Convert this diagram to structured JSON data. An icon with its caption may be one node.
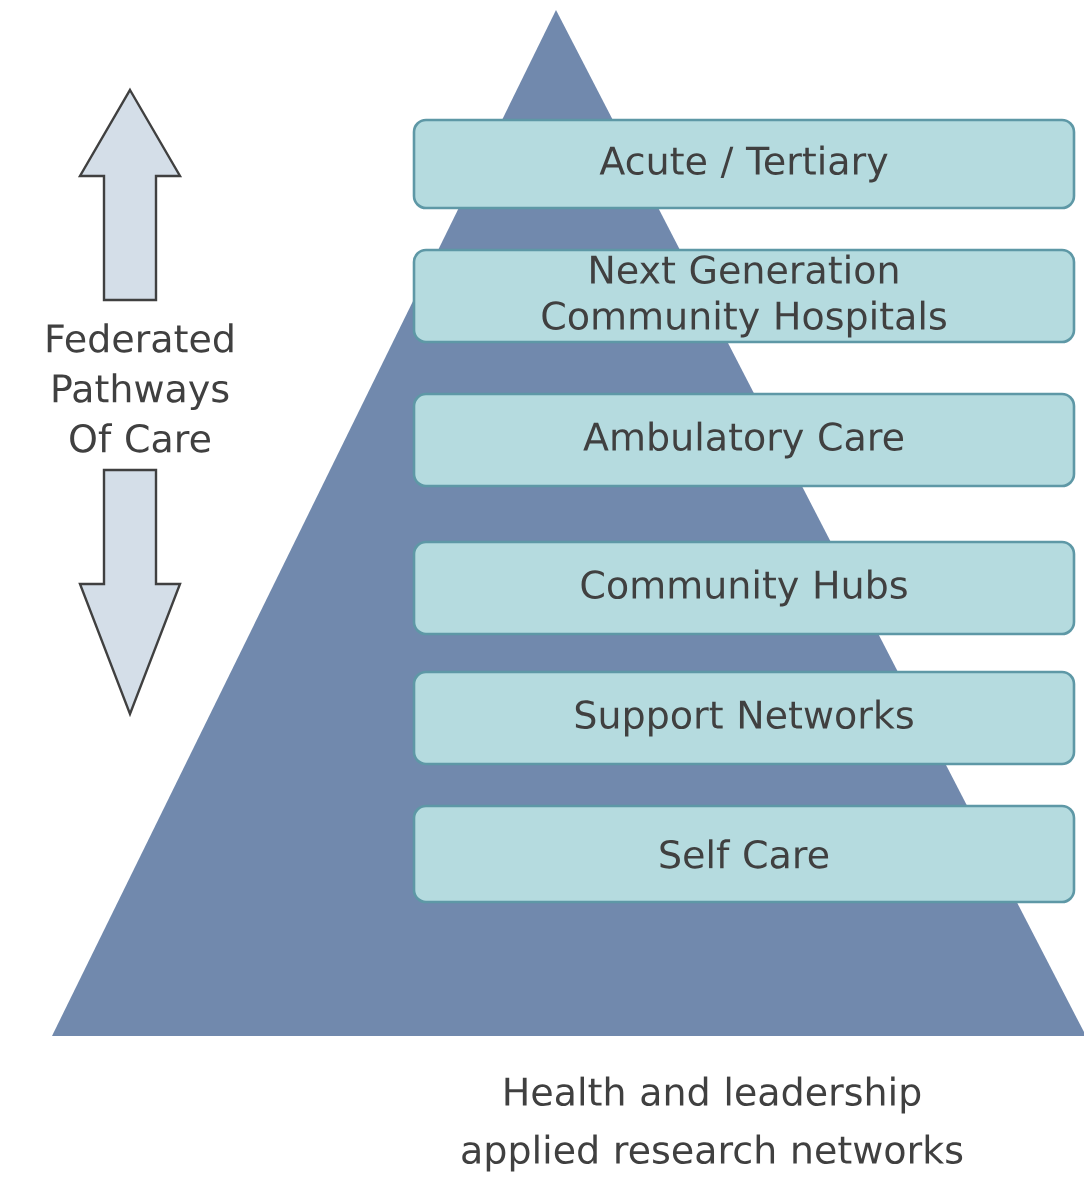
{
  "diagram": {
    "caption": "Health and leadership applied research networks",
    "nodes": [
      {
        "text": [
          "Acute / Tertiary"
        ]
      },
      {
        "text": [
          "Next Generation Community Hospitals"
        ]
      },
      {
        "text": [
          "Ambulatory Care"
        ]
      },
      {
        "text": [
          "Community Hubs"
        ]
      },
      {
        "text": [
          "Support Networks"
        ]
      },
      {
        "text": [
          "Self Care"
        ]
      }
    ],
    "labels": [
      "Federated Pathways Of Care"
    ]
  }
}
